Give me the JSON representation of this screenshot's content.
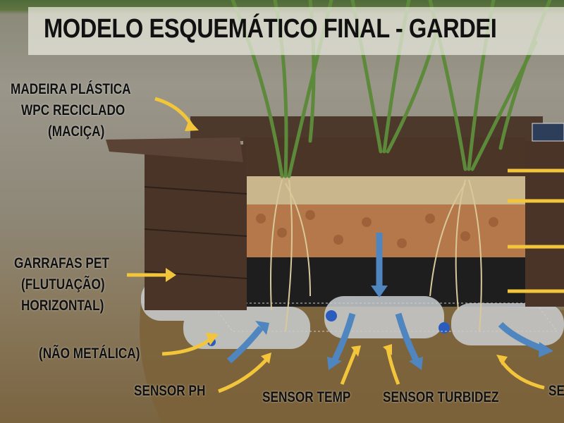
{
  "title": "MODELO ESQUEMÁTICO FINAL - GARDEI",
  "labels": {
    "wood_line1": "MADEIRA PLÁSTICA",
    "wood_line2": "WPC RECICLADO",
    "wood_line3": "(MACIÇA)",
    "pet_line1": "GARRAFAS PET",
    "pet_line2": "(FLUTUAÇÃO)",
    "pet_line3": "HORIZONTAL)",
    "mesh": "(NÃO METÁLICA)",
    "sensor_ph": "SENSOR PH",
    "sensor_temp": "SENSOR TEMP",
    "sensor_turbidity": "SENSOR TURBIDEZ",
    "sensor_cut": "SE"
  },
  "colors": {
    "label_arrow": "#f2c53a",
    "flow_arrow": "#4f86c0",
    "wood": "#4a3428"
  }
}
